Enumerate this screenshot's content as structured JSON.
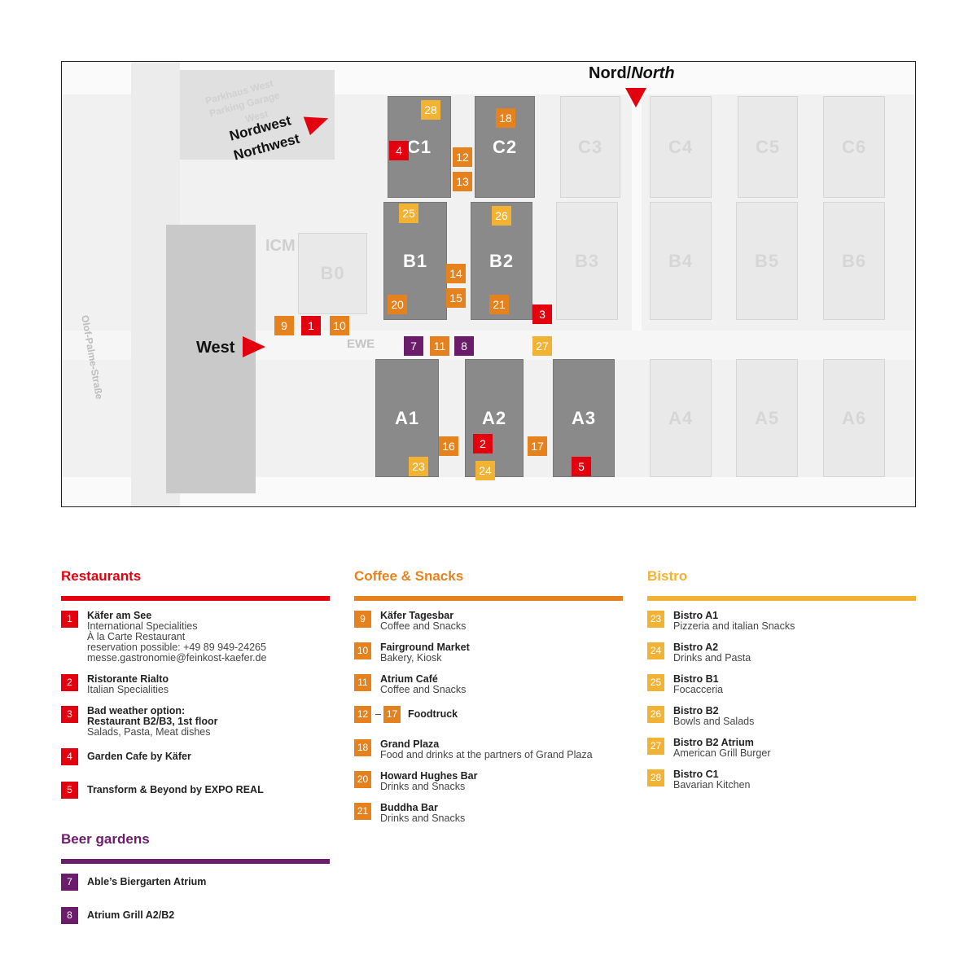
{
  "map": {
    "halls_active": [
      "C1",
      "C2",
      "B1",
      "B2",
      "A1",
      "A2",
      "A3"
    ],
    "halls_inactive": [
      "C3",
      "C4",
      "C5",
      "C6",
      "B0",
      "B3",
      "B4",
      "B5",
      "B6",
      "A4",
      "A5",
      "A6"
    ],
    "labels": {
      "nord": "Nord",
      "north": "North",
      "nordwest": "Nordwest",
      "northwest": "Northwest",
      "west": "West",
      "icm": "ICM",
      "ewe": "EWE",
      "parkhaus": "Parkhaus West",
      "parking": "Parking Garage",
      "parking_west": "West",
      "street": "Olof-Palme-Straße"
    },
    "markers": [
      "1",
      "2",
      "3",
      "4",
      "5",
      "7",
      "8",
      "9",
      "10",
      "11",
      "12",
      "13",
      "14",
      "15",
      "16",
      "17",
      "18",
      "20",
      "21",
      "23",
      "24",
      "25",
      "26",
      "27",
      "28"
    ]
  },
  "colors": {
    "restaurants": "#e3000f",
    "coffee": "#e6821e",
    "bistro": "#f2b233",
    "beer": "#6b1c6b"
  },
  "legend": {
    "restaurants": {
      "title": "Restaurants",
      "items": [
        {
          "n": "1",
          "title": "Käfer am See",
          "lines": [
            "International Specialities",
            "À la Carte Restaurant",
            "reservation possible: +49 89 949-24265",
            "messe.gastronomie@feinkost-kaefer.de"
          ]
        },
        {
          "n": "2",
          "title": "Ristorante Rialto",
          "lines": [
            "Italian Specialities"
          ]
        },
        {
          "n": "3",
          "title": "Bad weather option:",
          "title2": "Restaurant B2/B3, 1st floor",
          "lines": [
            "Salads, Pasta, Meat dishes"
          ]
        },
        {
          "n": "4",
          "title": "Garden Cafe by Käfer",
          "lines": []
        },
        {
          "n": "5",
          "title": "Transform & Beyond by EXPO REAL",
          "lines": []
        }
      ]
    },
    "beer": {
      "title": "Beer gardens",
      "items": [
        {
          "n": "7",
          "title": "Able’s Biergarten Atrium",
          "lines": []
        },
        {
          "n": "8",
          "title": "Atrium Grill A2/B2",
          "lines": []
        }
      ]
    },
    "coffee": {
      "title": "Coffee & Snacks",
      "items": [
        {
          "n": "9",
          "title": "Käfer Tagesbar",
          "lines": [
            "Coffee and Snacks"
          ]
        },
        {
          "n": "10",
          "title": "Fairground Market",
          "lines": [
            "Bakery, Kiosk"
          ]
        },
        {
          "n": "11",
          "title": "Atrium Café",
          "lines": [
            "Coffee and Snacks"
          ]
        },
        {
          "n": "12",
          "n2": "17",
          "dash": "–",
          "title": "Foodtruck",
          "lines": []
        },
        {
          "n": "18",
          "title": "Grand Plaza",
          "lines": [
            "Food and drinks at the partners of Grand Plaza"
          ]
        },
        {
          "n": "20",
          "title": "Howard Hughes Bar",
          "lines": [
            "Drinks and Snacks"
          ]
        },
        {
          "n": "21",
          "title": "Buddha Bar",
          "lines": [
            "Drinks and Snacks"
          ]
        }
      ]
    },
    "bistro": {
      "title": "Bistro",
      "items": [
        {
          "n": "23",
          "title": "Bistro A1",
          "lines": [
            "Pizzeria and italian Snacks"
          ]
        },
        {
          "n": "24",
          "title": "Bistro A2",
          "lines": [
            "Drinks and Pasta"
          ]
        },
        {
          "n": "25",
          "title": "Bistro B1",
          "lines": [
            "Focacceria"
          ]
        },
        {
          "n": "26",
          "title": "Bistro B2",
          "lines": [
            "Bowls and Salads"
          ]
        },
        {
          "n": "27",
          "title": "Bistro B2 Atrium",
          "lines": [
            "American Grill Burger"
          ]
        },
        {
          "n": "28",
          "title": "Bistro C1",
          "lines": [
            "Bavarian Kitchen"
          ]
        }
      ]
    }
  }
}
